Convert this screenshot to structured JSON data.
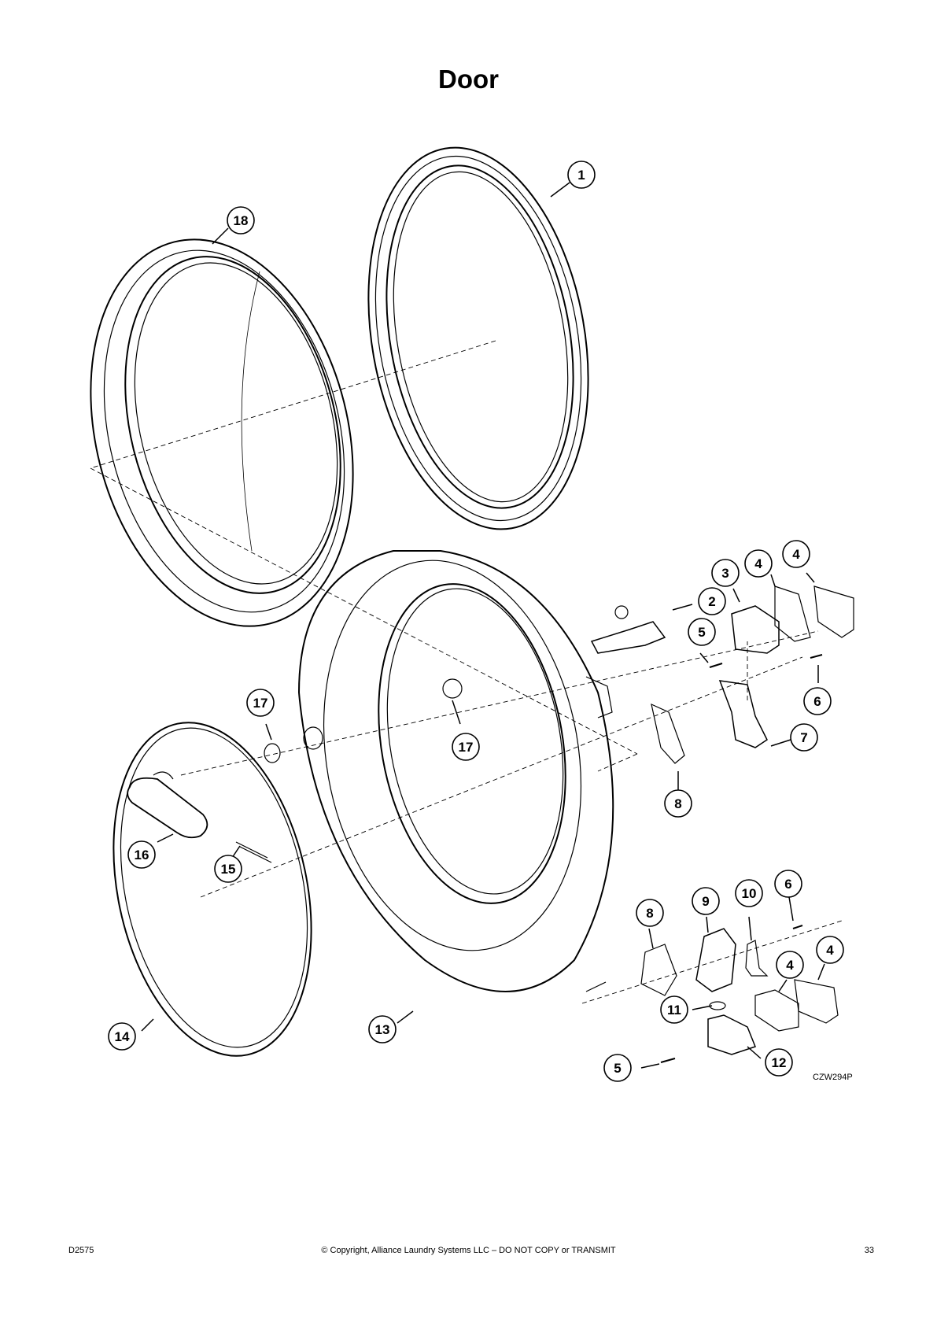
{
  "page": {
    "title": "Door",
    "figure_code": "CZW294P"
  },
  "footer": {
    "doc_id": "D2575",
    "copyright": "© Copyright, Alliance Laundry Systems LLC – DO NOT COPY or TRANSMIT",
    "page_number": "33"
  },
  "callouts": [
    "1",
    "18",
    "3",
    "4",
    "4",
    "2",
    "5",
    "17",
    "17",
    "6",
    "7",
    "8",
    "16",
    "15",
    "9",
    "10",
    "6",
    "8",
    "4",
    "4",
    "11",
    "14",
    "13",
    "12",
    "5"
  ]
}
